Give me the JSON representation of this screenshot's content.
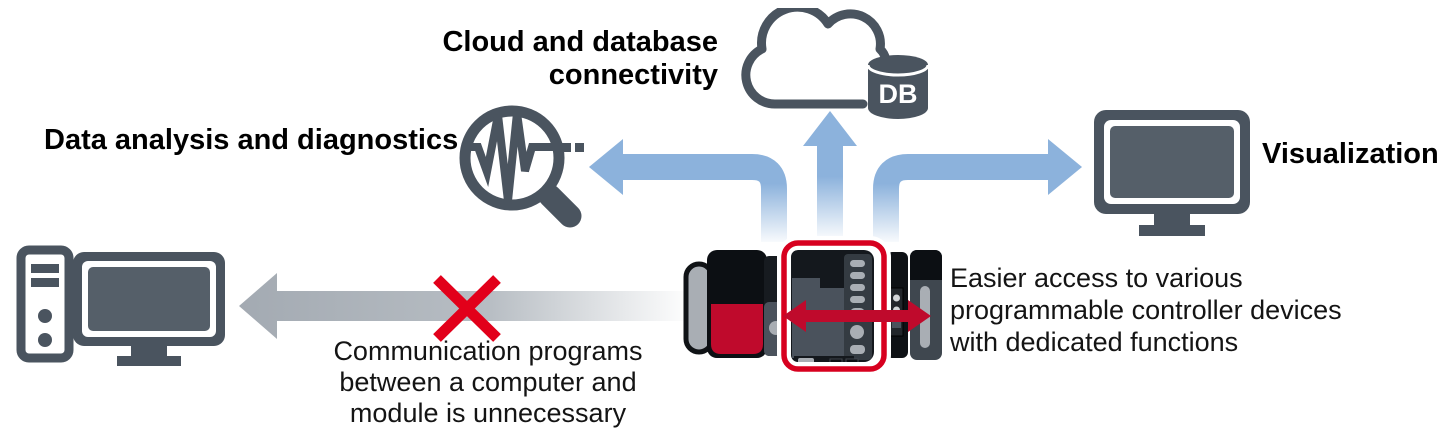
{
  "labels": {
    "cloud_line1": "Cloud and database",
    "cloud_line2": "connectivity",
    "analysis": "Data analysis and diagnostics",
    "visualization": "Visualization",
    "easier_line1": "Easier access to various",
    "easier_line2": "programmable controller devices",
    "easier_line3": "with dedicated functions",
    "nocomm_line1": "Communication programs",
    "nocomm_line2": "between a computer and",
    "nocomm_line3": "module is unnecessary",
    "db_badge": "DB"
  },
  "icons": {
    "cloud_db": "cloud-db-icon",
    "analysis": "analysis-magnifier-icon",
    "visualization": "monitor-icon",
    "computer": "desktop-computer-icon",
    "plc": "plc-controller-icon",
    "cross": "red-x-icon"
  },
  "colors": {
    "icon_dark": "#4a545f",
    "screen_gray": "#555f69",
    "arrow_blue": "#8cb2dc",
    "arrow_gray": "#a9b0b7",
    "red_bright": "#e2001a",
    "red_crimson": "#bf0a2c",
    "highlight_red": "#d7001f",
    "text": "#000000"
  }
}
